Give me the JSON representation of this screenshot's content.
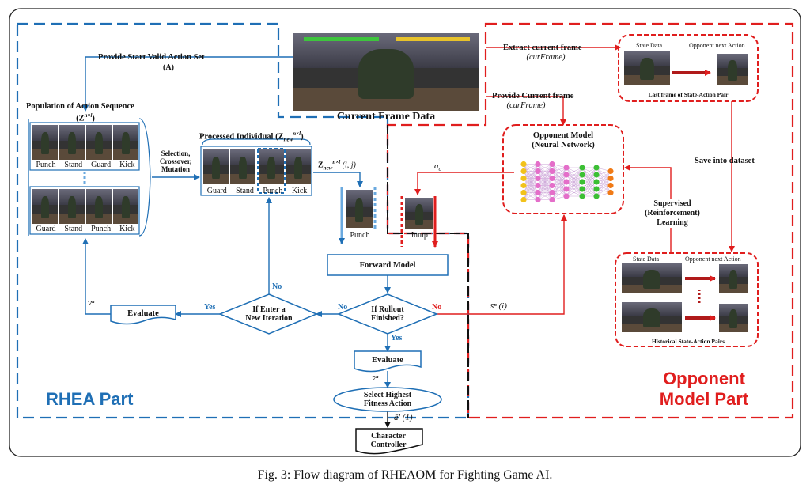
{
  "caption": "Fig. 3: Flow diagram of RHEAOM for Fighting Game AI.",
  "sections": {
    "rhea": "RHEA Part",
    "opponent_line1": "Opponent",
    "opponent_line2": "Model Part"
  },
  "labels": {
    "provide_start": "Provide Start Valid Action Set",
    "provide_start_tag": "(A)",
    "population": "Population of Action Sequence",
    "population_sym": "(Z",
    "population_sup": "n×l",
    "population_sym_end": ")",
    "selection": [
      "Selection,",
      "Crossover,",
      "Mutation"
    ],
    "processed": "Processed Individual (Z",
    "processed_sub": "new",
    "processed_sup": "n×l",
    "processed_end": ")",
    "znew": "Z",
    "znew_sub": "new",
    "znew_sup": "n×l",
    "znew_args": "(i, j)",
    "current_frame": "Current Frame Data",
    "extract": "Extract current frame",
    "curframe": "(curFrame)",
    "provide_current": "Provide Current frame",
    "curframe2": "(curFrame)",
    "opponent_model": "Opponent Model",
    "neural_network": "(Neural Network)",
    "ao": "a",
    "ao_sub": "o",
    "save_dataset": "Save into dataset",
    "supervised": [
      "Supervised",
      "(Reinforcement)",
      "Learning"
    ],
    "state_data": "State Data",
    "opponent_next": "Opponent next Action",
    "last_frame": "Last frame of State-Action Pair",
    "state_data2": "State Data",
    "opponent_next2": "Opponent next Action",
    "historical": "Historical State-Action Pairs",
    "forward_model": "Forward Model",
    "rollout": [
      "If Rollout",
      "Finished?"
    ],
    "enter_iteration": [
      "If Enter a",
      "New Iteration"
    ],
    "evaluate_left": "Evaluate",
    "evaluate_bottom": "Evaluate",
    "select_highest": [
      "Select Highest",
      "Fitness Action"
    ],
    "character_controller": [
      "Character",
      "Controller"
    ],
    "yes": "Yes",
    "no": "No",
    "v_left": "v̄ⁿ",
    "v_bottom": "v̄ⁿ",
    "s_i": "s̄ⁿ (i)",
    "a_prime": "ā′ (1)",
    "punch": "Punch",
    "jump": "Jump"
  },
  "population_row1": [
    "Punch",
    "Stand",
    "Guard",
    "Kick"
  ],
  "population_row2": [
    "Guard",
    "Stand",
    "Punch",
    "Kick"
  ],
  "processed_row": [
    "Guard",
    "Stand",
    "Punch",
    "Kick"
  ],
  "colors": {
    "blue": "#1f6fb5",
    "red": "#e01e1e",
    "black": "#111111",
    "nn_yellow": "#f2c21b",
    "nn_pink": "#e46ec9",
    "nn_green": "#3cbf35",
    "nn_orange": "#f07a16"
  }
}
